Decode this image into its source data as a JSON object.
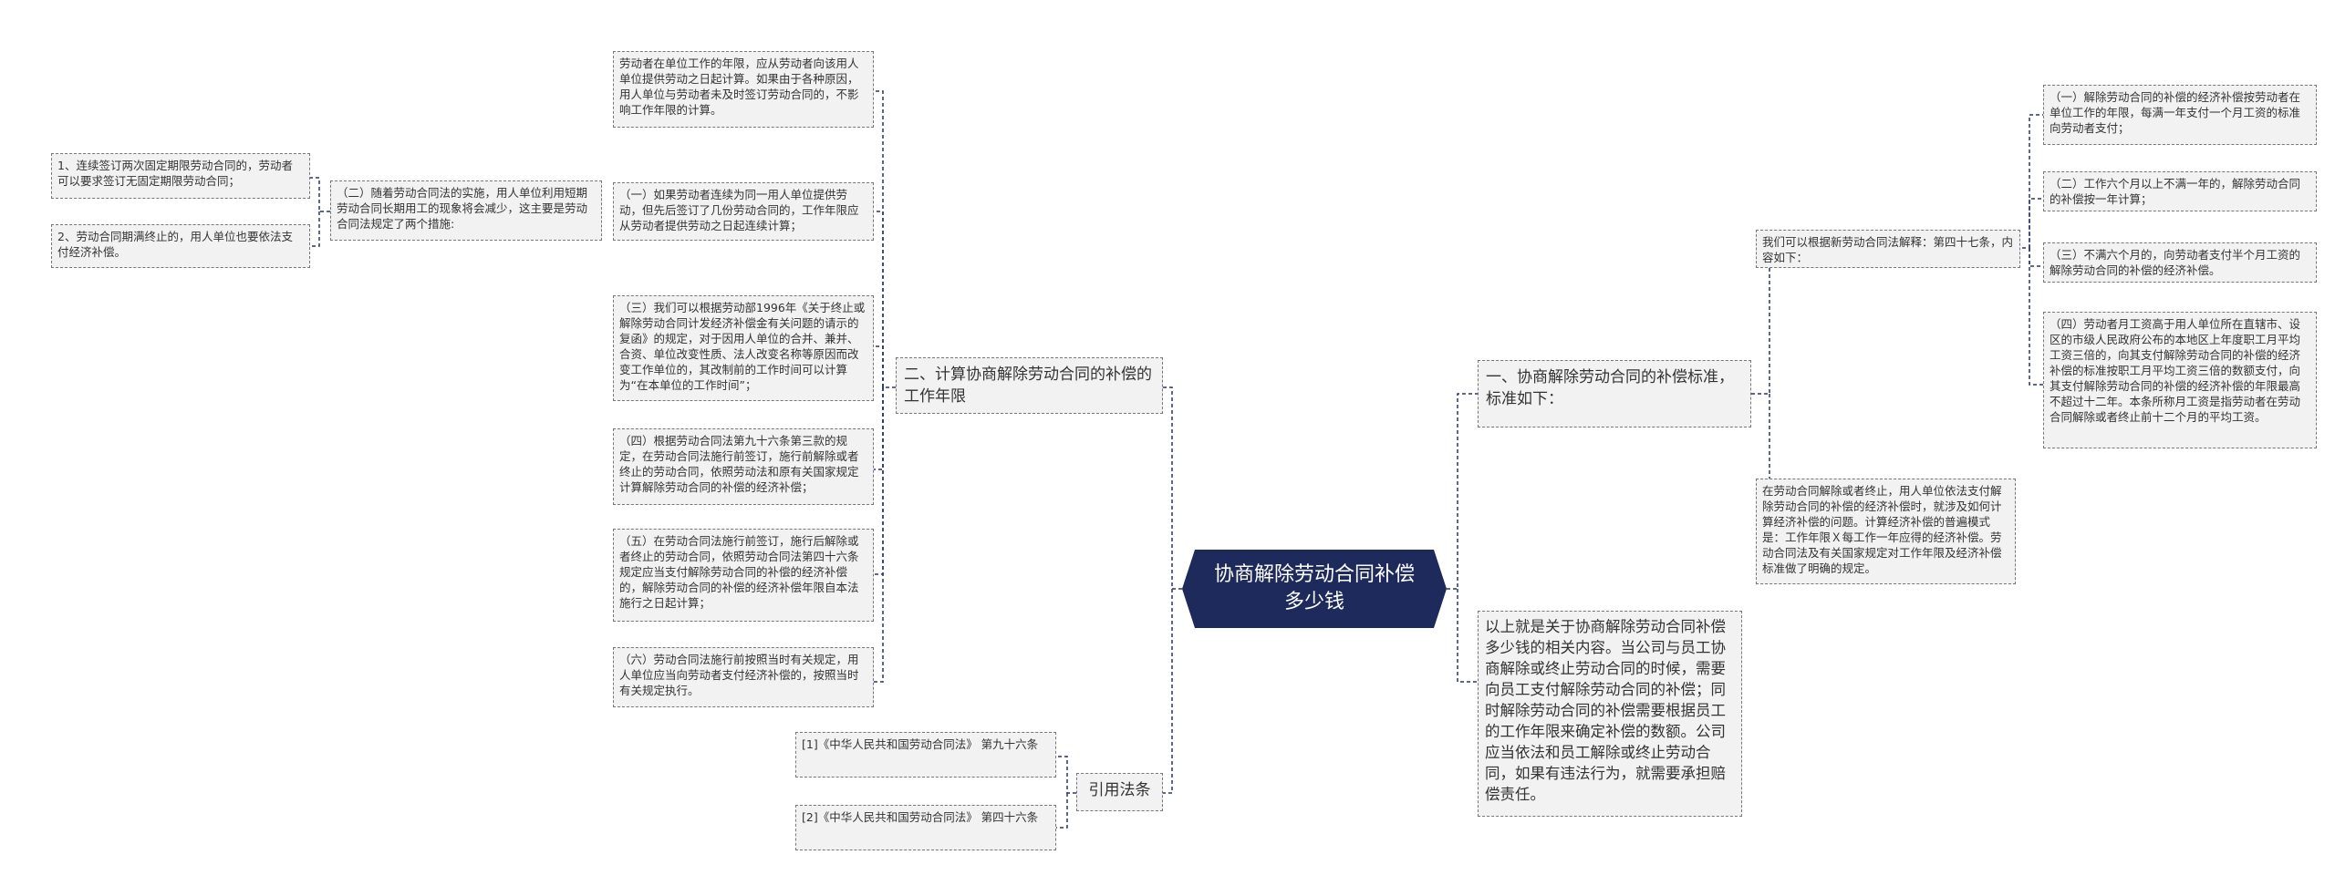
{
  "root": {
    "title": "协商解除劳动合同补偿多少钱"
  },
  "branch1": {
    "title": "一、协商解除劳动合同的补偿标准，标准如下：",
    "law_intro": "我们可以根据新劳动合同法解释：第四十七条，内容如下：",
    "items": [
      "（一）解除劳动合同的补偿的经济补偿按劳动者在单位工作的年限，每满一年支付一个月工资的标准向劳动者支付；",
      "（二）工作六个月以上不满一年的，解除劳动合同的补偿按一年计算；",
      "（三）不满六个月的，向劳动者支付半个月工资的解除劳动合同的补偿的经济补偿。",
      "（四）劳动者月工资高于用人单位所在直辖市、设区的市级人民政府公布的本地区上年度职工月平均工资三倍的，向其支付解除劳动合同的补偿的经济补偿的标准按职工月平均工资三倍的数额支付，向其支付解除劳动合同的补偿的经济补偿的年限最高不超过十二年。本条所称月工资是指劳动者在劳动合同解除或者终止前十二个月的平均工资。"
    ],
    "note": "在劳动合同解除或者终止，用人单位依法支付解除劳动合同的补偿的经济补偿时，就涉及如何计算经济补偿的问题。计算经济补偿的普遍模式是：工作年限Ｘ每工作一年应得的经济补偿。劳动合同法及有关国家规定对工作年限及经济补偿标准做了明确的规定。"
  },
  "summary": "以上就是关于协商解除劳动合同补偿多少钱的相关内容。当公司与员工协商解除或终止劳动合同的时候，需要向员工支付解除劳动合同的补偿；同时解除劳动合同的补偿需要根据员工的工作年限来确定补偿的数额。公司应当依法和员工解除或终止劳动合同，如果有违法行为，就需要承担赔偿责任。",
  "branch2": {
    "title": "二、计算协商解除劳动合同的补偿的工作年限",
    "items": [
      "劳动者在单位工作的年限，应从劳动者向该用人单位提供劳动之日起计算。如果由于各种原因，用人单位与劳动者未及时签订劳动合同的，不影响工作年限的计算。",
      "（一）如果劳动者连续为同一用人单位提供劳动，但先后签订了几份劳动合同的，工作年限应从劳动者提供劳动之日起连续计算；",
      "（三）我们可以根据劳动部1996年《关于终止或解除劳动合同计发经济补偿金有关问题的请示的复函》的规定，对于因用人单位的合并、兼并、合资、单位改变性质、法人改变名称等原因而改变工作单位的，其改制前的工作时间可以计算为“在本单位的工作时间”；",
      "（四）根据劳动合同法第九十六条第三款的规定，在劳动合同法施行前签订，施行前解除或者终止的劳动合同，依照劳动法和原有关国家规定计算解除劳动合同的补偿的经济补偿；",
      "（五）在劳动合同法施行前签订，施行后解除或者终止的劳动合同，依照劳动合同法第四十六条规定应当支付解除劳动合同的补偿的经济补偿的，解除劳动合同的补偿的经济补偿年限自本法施行之日起计算；",
      "（六）劳动合同法施行前按照当时有关规定，用人单位应当向劳动者支付经济补偿的，按照当时有关规定执行。"
    ],
    "sub2": {
      "title": "（二）随着劳动合同法的实施，用人单位利用短期劳动合同长期用工的现象将会减少，这主要是劳动合同法规定了两个措施:",
      "items": [
        "1、连续签订两次固定期限劳动合同的，劳动者可以要求签订无固定期限劳动合同；",
        "2、劳动合同期满终止的，用人单位也要依法支付经济补偿。"
      ]
    }
  },
  "branch3": {
    "title": "引用法条",
    "items": [
      "[1]《中华人民共和国劳动合同法》 第九十六条",
      "[2]《中华人民共和国劳动合同法》 第四十六条"
    ]
  },
  "colors": {
    "root_bg": "#1f2a5c",
    "node_bg": "#f2f2f2",
    "line": "#2a3470"
  }
}
